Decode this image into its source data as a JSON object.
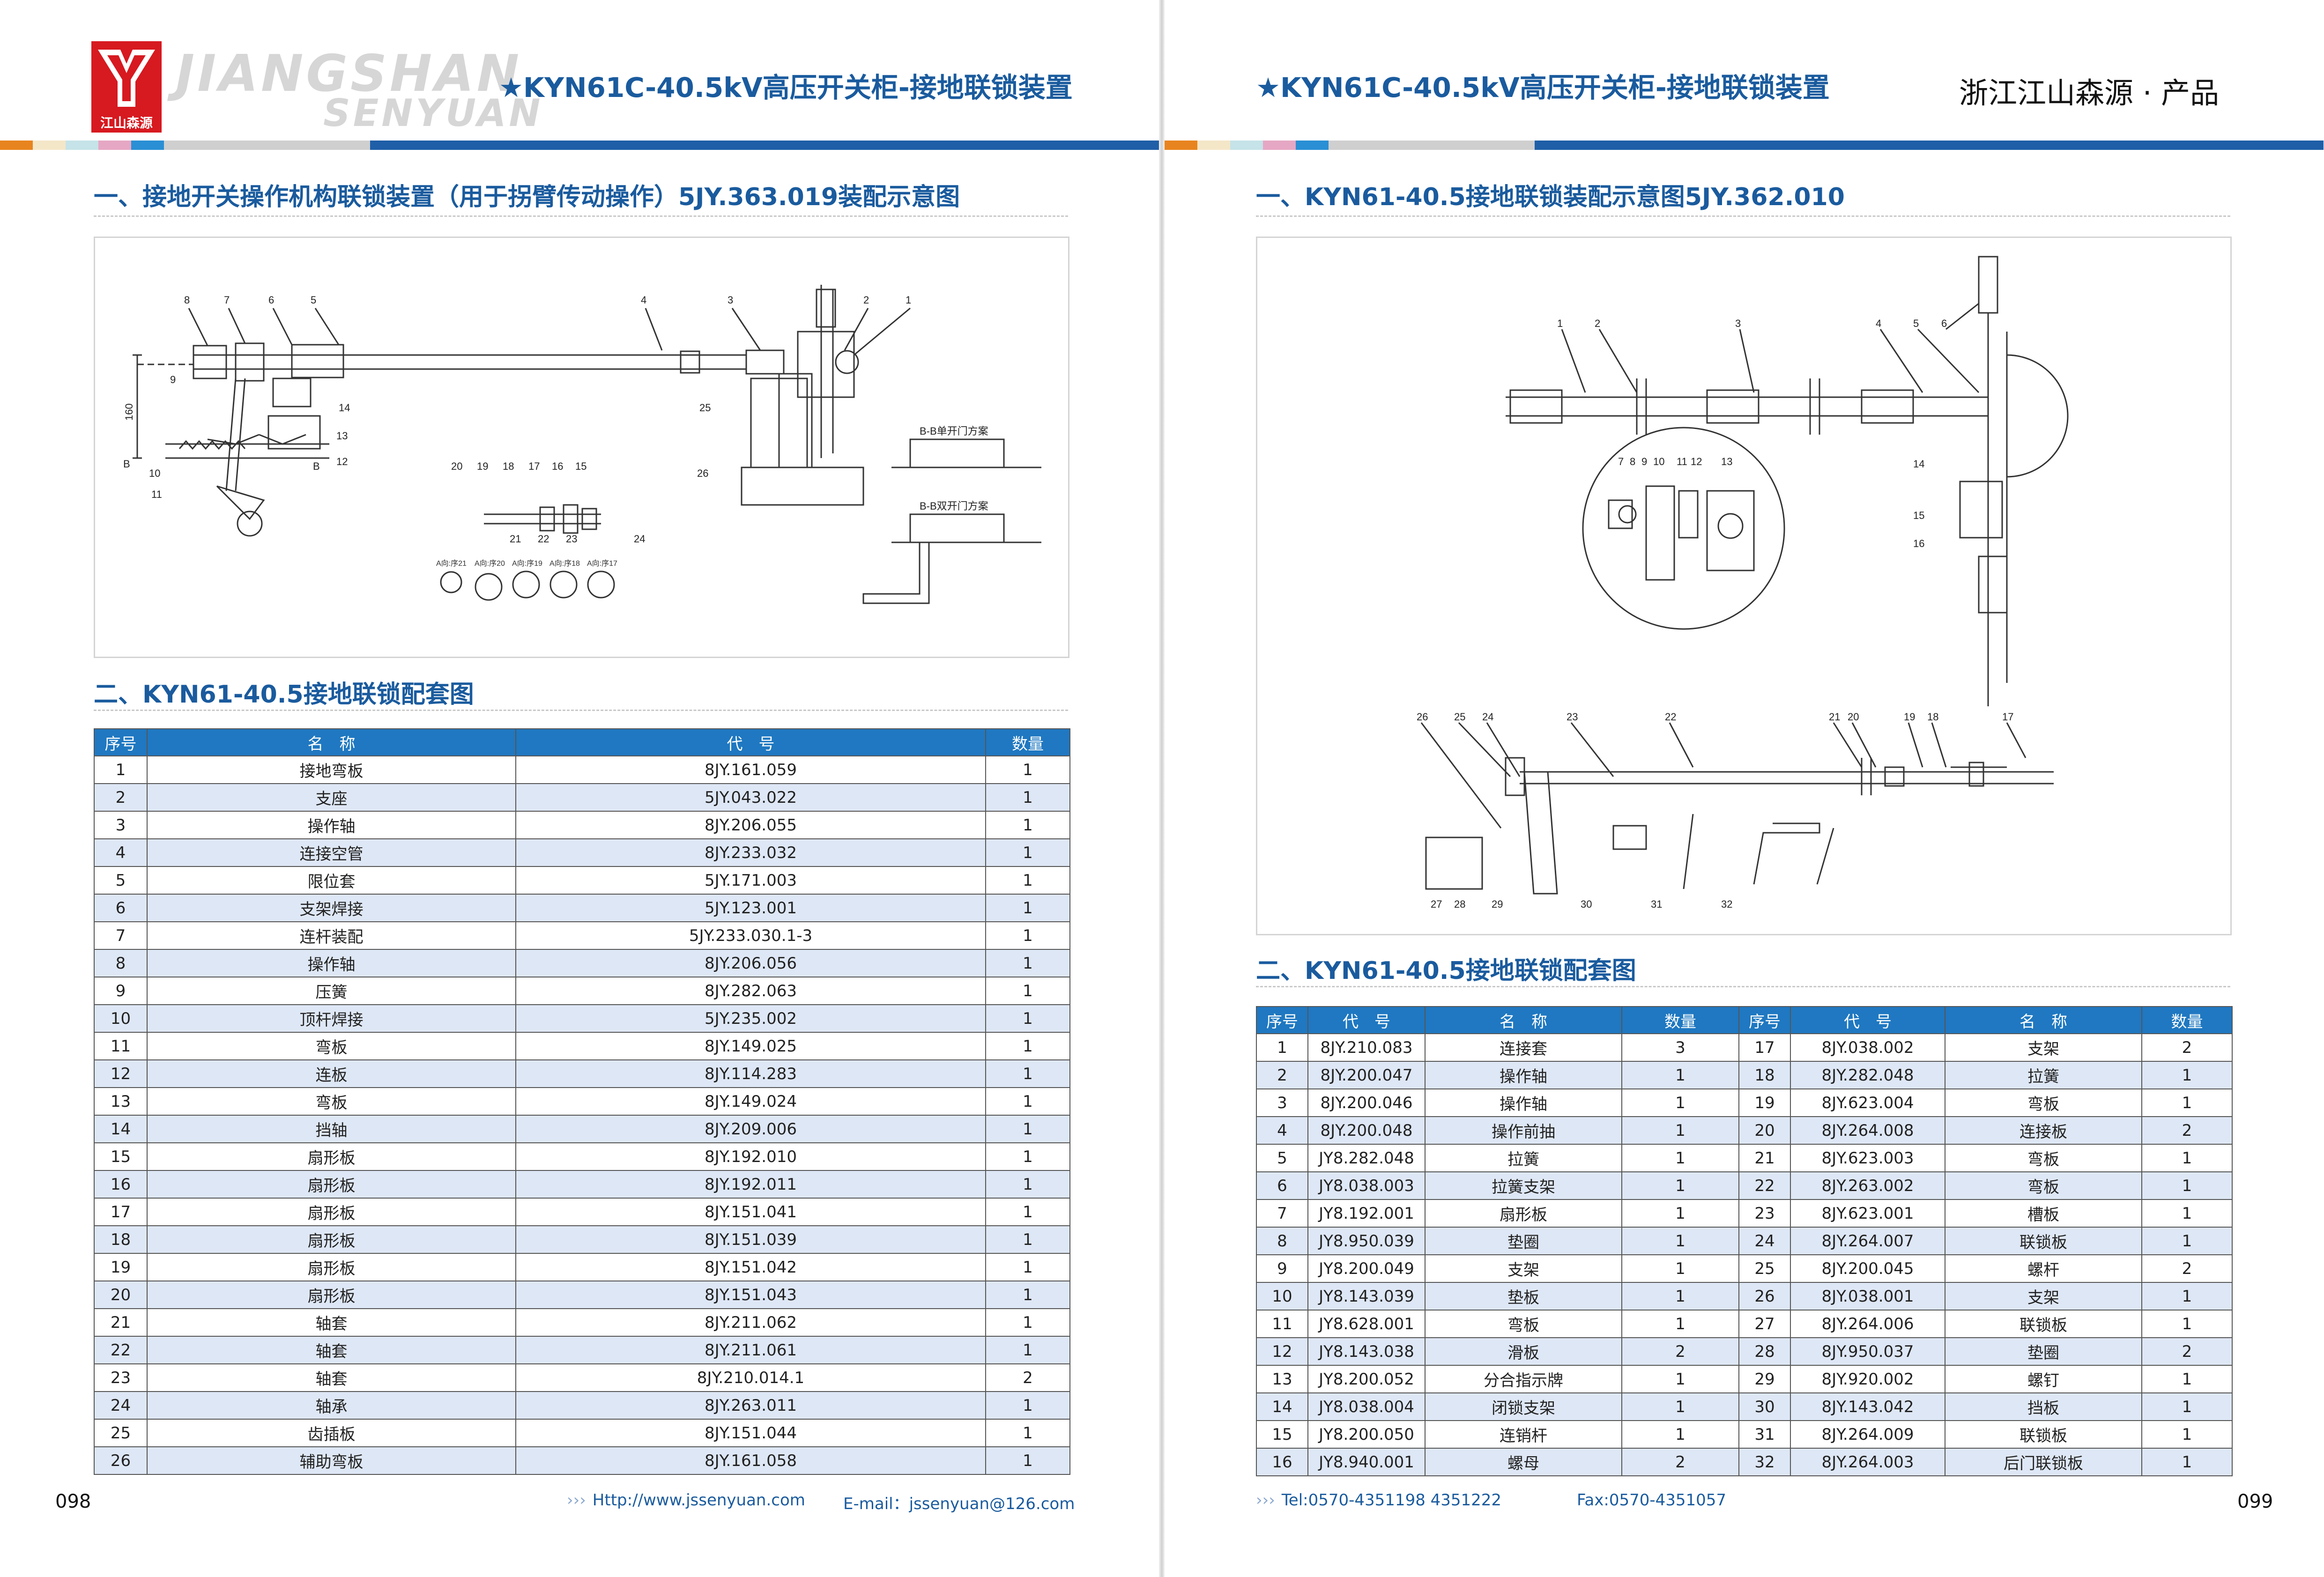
{
  "left_page": {
    "logo": {
      "wordmark": "JIANGSHAN",
      "sub": "SENYUAN",
      "badge": "江山森源"
    },
    "header_title": "★KYN61C-40.5kV高压开关柜-接地联锁装置",
    "section1_title": "一、接地开关操作机构联锁装置（用于拐臂传动操作）5JY.363.019装配示意图",
    "section2_title": "二、KYN61-40.5接地联锁配套图",
    "drawing_labels": {
      "top_numbers": [
        "8",
        "7",
        "6",
        "5",
        "4",
        "3",
        "2",
        "1"
      ],
      "side_numbers": [
        "9",
        "10",
        "11",
        "14",
        "13",
        "12",
        "25",
        "26"
      ],
      "small_numbers": [
        "20",
        "19",
        "18",
        "17",
        "16",
        "15",
        "21",
        "22",
        "23",
        "24"
      ],
      "dim": "160",
      "b_left": "B",
      "b_right": "B",
      "caption1": "B-B单开门方案",
      "caption2": "B-B双开门方案",
      "views": [
        "A向:序21",
        "A向:序20",
        "A向:序19",
        "A向:序18",
        "A向:序17"
      ]
    },
    "table": {
      "headers": [
        "序号",
        "名　称",
        "代　号",
        "数量"
      ],
      "rows": [
        [
          "1",
          "接地弯板",
          "8JY.161.059",
          "1"
        ],
        [
          "2",
          "支座",
          "5JY.043.022",
          "1"
        ],
        [
          "3",
          "操作轴",
          "8JY.206.055",
          "1"
        ],
        [
          "4",
          "连接空管",
          "8JY.233.032",
          "1"
        ],
        [
          "5",
          "限位套",
          "5JY.171.003",
          "1"
        ],
        [
          "6",
          "支架焊接",
          "5JY.123.001",
          "1"
        ],
        [
          "7",
          "连杆装配",
          "5JY.233.030.1-3",
          "1"
        ],
        [
          "8",
          "操作轴",
          "8JY.206.056",
          "1"
        ],
        [
          "9",
          "压簧",
          "8JY.282.063",
          "1"
        ],
        [
          "10",
          "顶杆焊接",
          "5JY.235.002",
          "1"
        ],
        [
          "11",
          "弯板",
          "8JY.149.025",
          "1"
        ],
        [
          "12",
          "连板",
          "8JY.114.283",
          "1"
        ],
        [
          "13",
          "弯板",
          "8JY.149.024",
          "1"
        ],
        [
          "14",
          "挡轴",
          "8JY.209.006",
          "1"
        ],
        [
          "15",
          "扇形板",
          "8JY.192.010",
          "1"
        ],
        [
          "16",
          "扇形板",
          "8JY.192.011",
          "1"
        ],
        [
          "17",
          "扇形板",
          "8JY.151.041",
          "1"
        ],
        [
          "18",
          "扇形板",
          "8JY.151.039",
          "1"
        ],
        [
          "19",
          "扇形板",
          "8JY.151.042",
          "1"
        ],
        [
          "20",
          "扇形板",
          "8JY.151.043",
          "1"
        ],
        [
          "21",
          "轴套",
          "8JY.211.062",
          "1"
        ],
        [
          "22",
          "轴套",
          "8JY.211.061",
          "1"
        ],
        [
          "23",
          "轴套",
          "8JY.210.014.1",
          "2"
        ],
        [
          "24",
          "轴承",
          "8JY.263.011",
          "1"
        ],
        [
          "25",
          "齿插板",
          "8JY.151.044",
          "1"
        ],
        [
          "26",
          "辅助弯板",
          "8JY.161.058",
          "1"
        ]
      ]
    },
    "page_number": "098",
    "footer_url": "Http://www.jssenyuan.com",
    "footer_email": "E-mail：jssenyuan@126.com"
  },
  "right_page": {
    "header_title": "★KYN61C-40.5kV高压开关柜-接地联锁装置",
    "brand": "浙江江山森源 · 产品",
    "section1_title": "一、KYN61-40.5接地联锁装配示意图5JY.362.010",
    "section2_title": "二、KYN61-40.5接地联锁配套图",
    "drawing_labels": {
      "top_numbers": [
        "1",
        "2",
        "3",
        "4",
        "5",
        "6"
      ],
      "circle_numbers": [
        "7",
        "8",
        "9",
        "10",
        "11",
        "12",
        "13"
      ],
      "right_numbers": [
        "14",
        "15",
        "16"
      ],
      "bottom_numbers": [
        "26",
        "25",
        "24",
        "23",
        "22",
        "21",
        "20",
        "19",
        "18",
        "17"
      ],
      "bottom_lower": [
        "27",
        "28",
        "29",
        "30",
        "31",
        "32"
      ]
    },
    "table": {
      "headers": [
        "序号",
        "代　号",
        "名　称",
        "数量",
        "序号",
        "代　号",
        "名　称",
        "数量"
      ],
      "rows": [
        [
          "1",
          "8JY.210.083",
          "连接套",
          "3",
          "17",
          "8JY.038.002",
          "支架",
          "2"
        ],
        [
          "2",
          "8JY.200.047",
          "操作轴",
          "1",
          "18",
          "8JY.282.048",
          "拉簧",
          "1"
        ],
        [
          "3",
          "8JY.200.046",
          "操作轴",
          "1",
          "19",
          "8JY.623.004",
          "弯板",
          "1"
        ],
        [
          "4",
          "8JY.200.048",
          "操作前抽",
          "1",
          "20",
          "8JY.264.008",
          "连接板",
          "2"
        ],
        [
          "5",
          "JY8.282.048",
          "拉簧",
          "1",
          "21",
          "8JY.623.003",
          "弯板",
          "1"
        ],
        [
          "6",
          "JY8.038.003",
          "拉簧支架",
          "1",
          "22",
          "8JY.263.002",
          "弯板",
          "1"
        ],
        [
          "7",
          "JY8.192.001",
          "扇形板",
          "1",
          "23",
          "8JY.623.001",
          "槽板",
          "1"
        ],
        [
          "8",
          "JY8.950.039",
          "垫圈",
          "1",
          "24",
          "8JY.264.007",
          "联锁板",
          "1"
        ],
        [
          "9",
          "JY8.200.049",
          "支架",
          "1",
          "25",
          "8JY.200.045",
          "螺杆",
          "2"
        ],
        [
          "10",
          "JY8.143.039",
          "垫板",
          "1",
          "26",
          "8JY.038.001",
          "支架",
          "1"
        ],
        [
          "11",
          "JY8.628.001",
          "弯板",
          "1",
          "27",
          "8JY.264.006",
          "联锁板",
          "1"
        ],
        [
          "12",
          "JY8.143.038",
          "滑板",
          "2",
          "28",
          "8JY.950.037",
          "垫圈",
          "2"
        ],
        [
          "13",
          "JY8.200.052",
          "分合指示牌",
          "1",
          "29",
          "8JY.920.002",
          "螺钉",
          "1"
        ],
        [
          "14",
          "JY8.038.004",
          "闭锁支架",
          "1",
          "30",
          "8JY.143.042",
          "挡板",
          "1"
        ],
        [
          "15",
          "JY8.200.050",
          "连销杆",
          "1",
          "31",
          "8JY.264.009",
          "联锁板",
          "1"
        ],
        [
          "16",
          "JY8.940.001",
          "螺母",
          "2",
          "32",
          "8JY.264.003",
          "后门联锁板",
          "1"
        ]
      ]
    },
    "page_number": "099",
    "footer_tel": "Tel:0570-4351198  4351222",
    "footer_fax": "Fax:0570-4351057"
  },
  "colors": {
    "title_blue": "#1a5b9e",
    "header_blue": "#1f78c1",
    "row_alt": "#dee7f5",
    "logo_red": "#d71920"
  }
}
